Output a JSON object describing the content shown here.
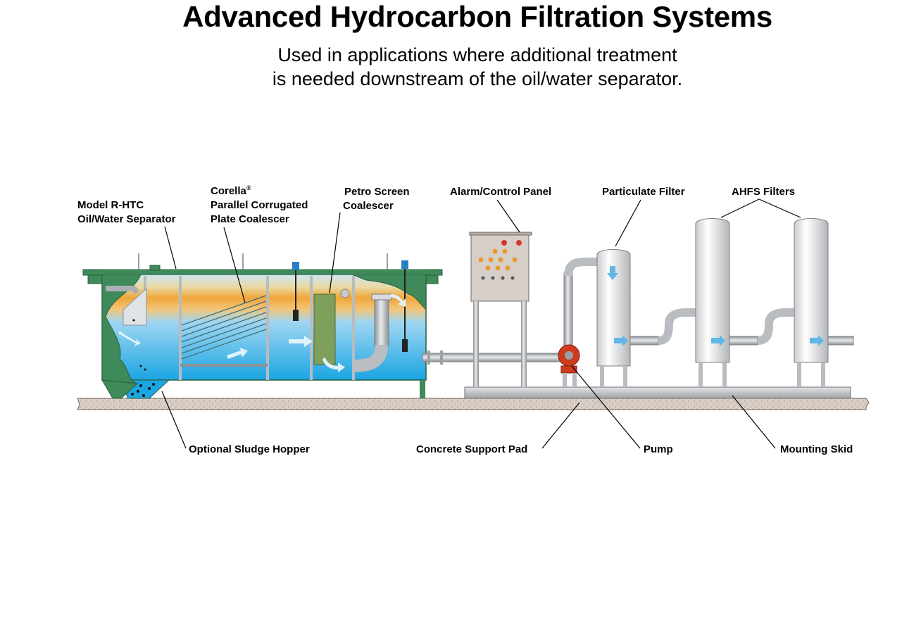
{
  "title": "Advanced Hydrocarbon Filtration Systems",
  "subtitle": {
    "line1": "Used in applications where additional treatment",
    "line2": "is needed downstream of the oil/water separator."
  },
  "labels": {
    "separator_line1": "Model R-HTC",
    "separator_line2": "Oil/Water Separator",
    "corella_line1": "Corella",
    "corella_reg": "®",
    "corella_line2": "Parallel Corrugated",
    "corella_line3": "Plate Coalescer",
    "petro_line1": "Petro Screen",
    "petro_line2": "Coalescer",
    "alarm_panel": "Alarm/Control Panel",
    "particulate_filter": "Particulate Filter",
    "ahfs_filters": "AHFS Filters",
    "sludge_hopper": "Optional Sludge Hopper",
    "concrete_pad": "Concrete Support Pad",
    "pump": "Pump",
    "mounting_skid": "Mounting Skid"
  },
  "colors": {
    "tank_green": "#3e8a5a",
    "water_blue": "#3fb3e6",
    "oil_orange": "#f0a63a",
    "steel_gray": "#b9bcc0",
    "flow_arrow": "#d8f0fb",
    "pump_red": "#cf3b1e",
    "concrete": "#d8cfc6"
  }
}
